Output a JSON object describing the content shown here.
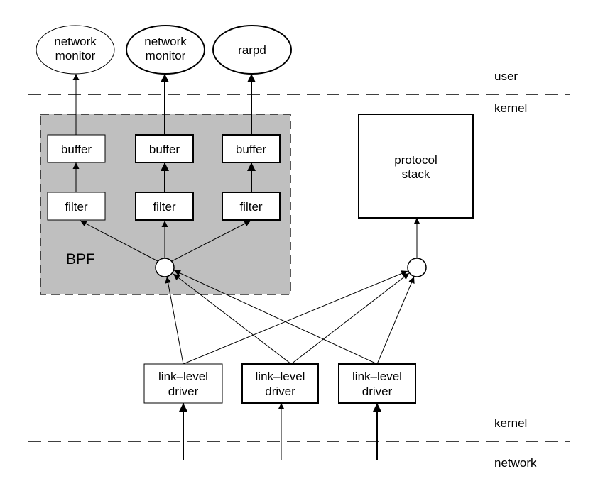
{
  "layers": {
    "user": "user",
    "kernel_top": "kernel",
    "kernel_bottom": "kernel",
    "network": "network"
  },
  "bpf": {
    "label": "BPF"
  },
  "processes": [
    {
      "line1": "network",
      "line2": "monitor"
    },
    {
      "line1": "network",
      "line2": "monitor"
    },
    {
      "line1": "rarpd",
      "line2": ""
    }
  ],
  "buffers": [
    "buffer",
    "buffer",
    "buffer"
  ],
  "filters": [
    "filter",
    "filter",
    "filter"
  ],
  "protocol_stack": {
    "line1": "protocol",
    "line2": "stack"
  },
  "drivers": [
    {
      "line1": "link–level",
      "line2": "driver"
    },
    {
      "line1": "link–level",
      "line2": "driver"
    },
    {
      "line1": "link–level",
      "line2": "driver"
    }
  ],
  "colors": {
    "bpf_fill": "#bfbfbf",
    "stroke": "#000000"
  }
}
